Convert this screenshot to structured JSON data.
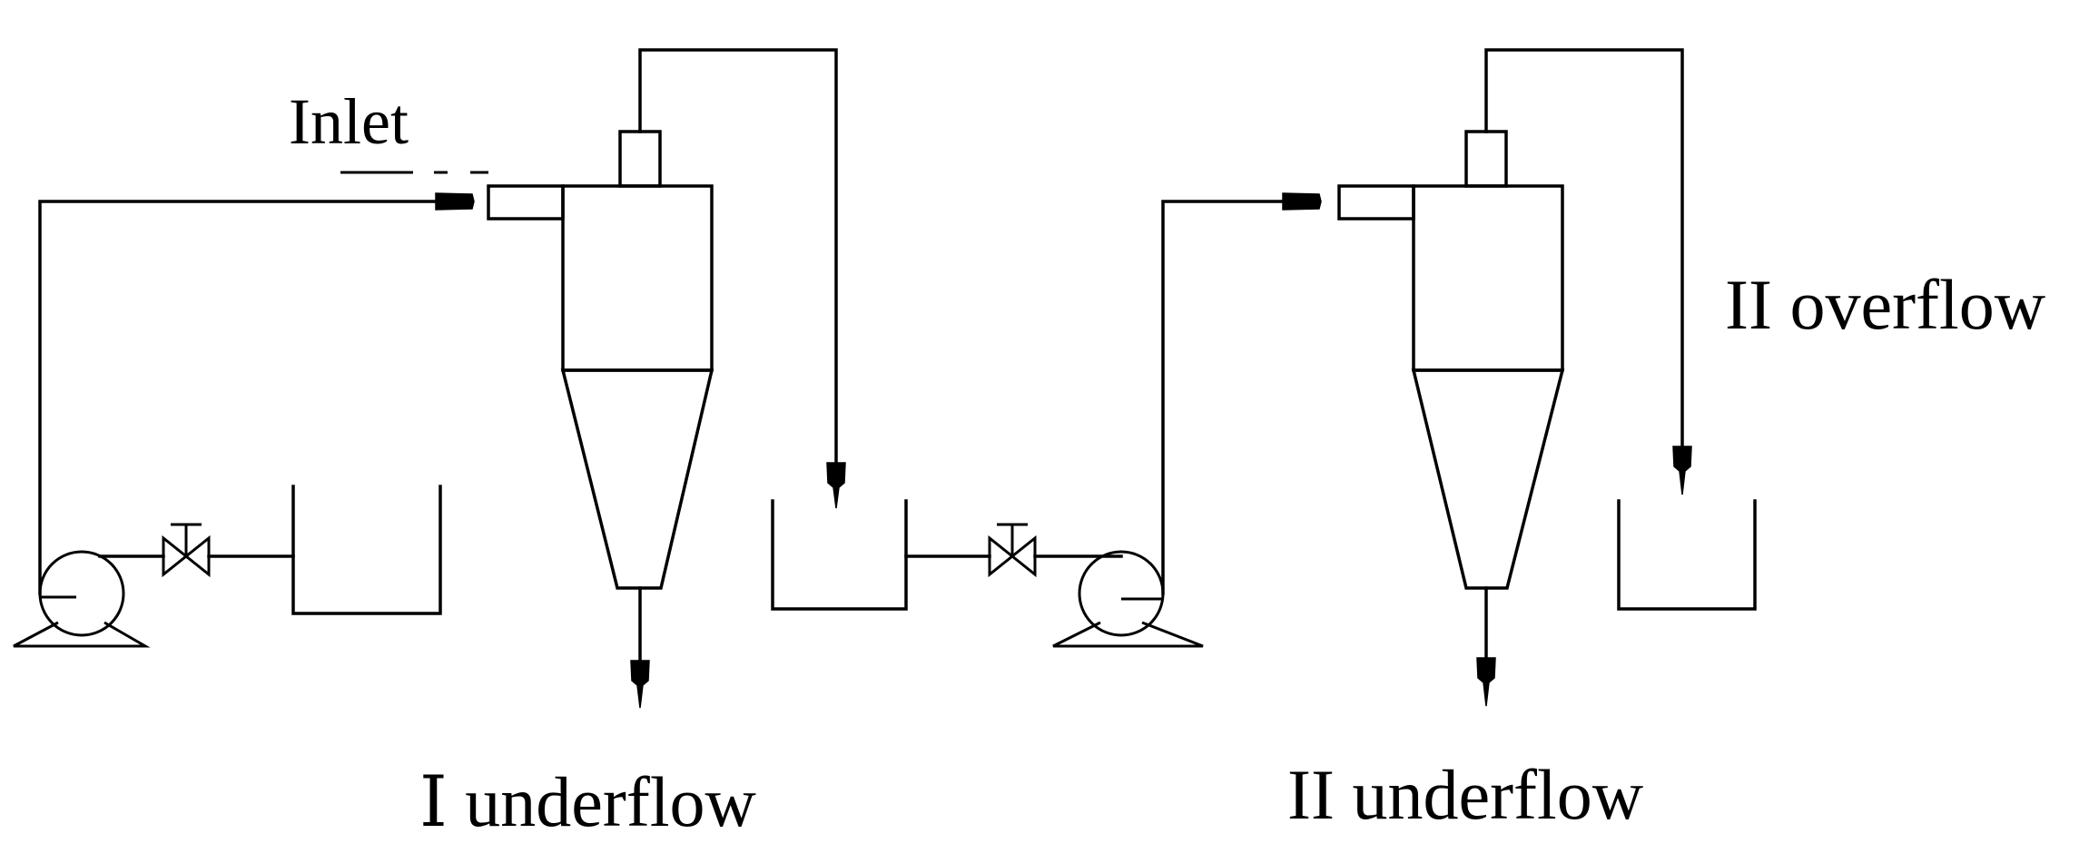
{
  "labels": {
    "inlet": "Inlet",
    "underflow_1": "Ⅰ underflow",
    "underflow_2": "II underflow",
    "overflow_2": "II overflow"
  },
  "colors": {
    "line": "#000000",
    "background": "#ffffff"
  }
}
